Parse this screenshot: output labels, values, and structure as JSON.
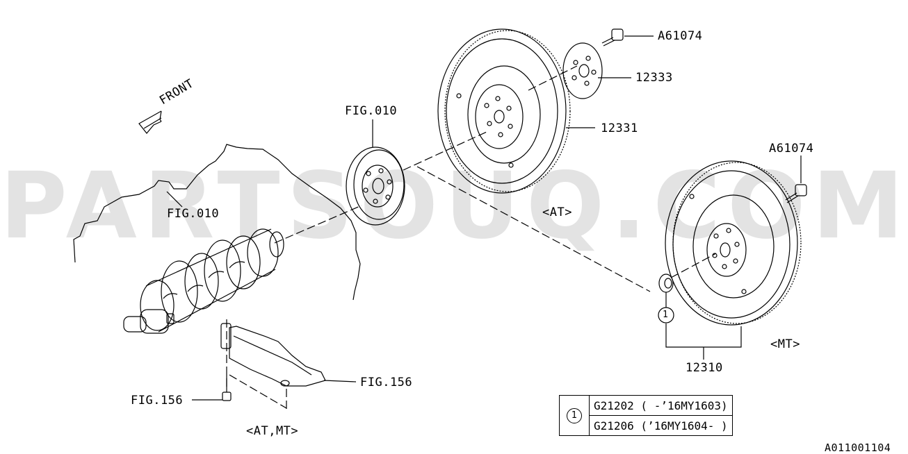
{
  "watermark": "PARTSOUQ.COM",
  "labels": {
    "front": "FRONT",
    "fig010_plate": "FIG.010",
    "fig010_crank": "FIG.010",
    "a61074_top": "A61074",
    "p12333": "12333",
    "p12331": "12331",
    "at": "<AT>",
    "a61074_right": "A61074",
    "mt": "<MT>",
    "p12310": "12310",
    "fig156_right": "FIG.156",
    "fig156_left": "FIG.156",
    "at_mt": "<AT,MT>",
    "callout_1": "1"
  },
  "note_table": {
    "ref": "1",
    "rows": [
      "G21202 ( -’16MY1603)",
      "G21206 (’16MY1604- )"
    ]
  },
  "diagram_id": "A011001104"
}
